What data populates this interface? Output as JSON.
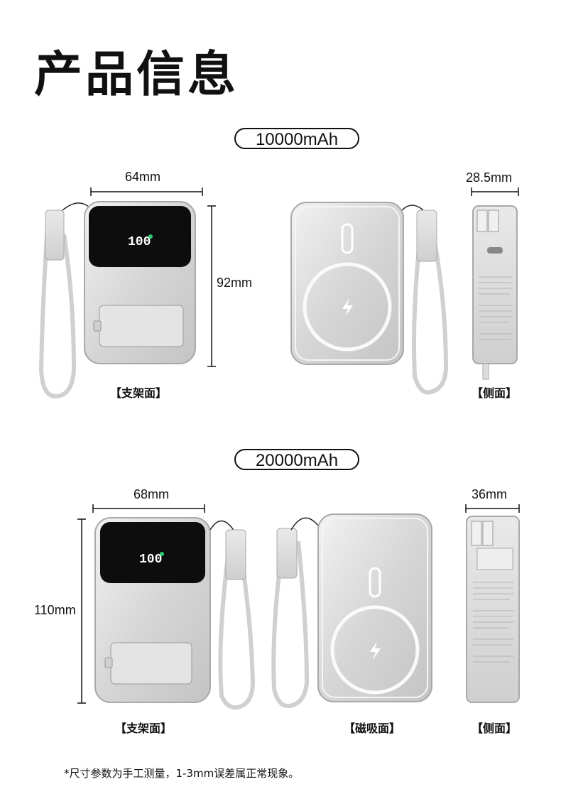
{
  "page": {
    "title": "产品信息",
    "footnote": "*尺寸参数为手工测量，1-3mm误差属正常现象。"
  },
  "models": [
    {
      "capacity": "10000mAh",
      "width_label": "64mm",
      "height_label": "92mm",
      "thickness_label": "28.5mm",
      "display_reading": "100",
      "captions": {
        "stand": "【支架面】",
        "side": "【侧面】"
      }
    },
    {
      "capacity": "20000mAh",
      "width_label": "68mm",
      "height_label": "110mm",
      "thickness_label": "36mm",
      "display_reading": "100",
      "captions": {
        "stand": "【支架面】",
        "magnetic": "【磁吸面】",
        "side": "【侧面】"
      }
    }
  ],
  "colors": {
    "body": "#d8d8d8",
    "frame": "#bdbdbd",
    "accent": "#2ecc71",
    "text": "#111111"
  }
}
